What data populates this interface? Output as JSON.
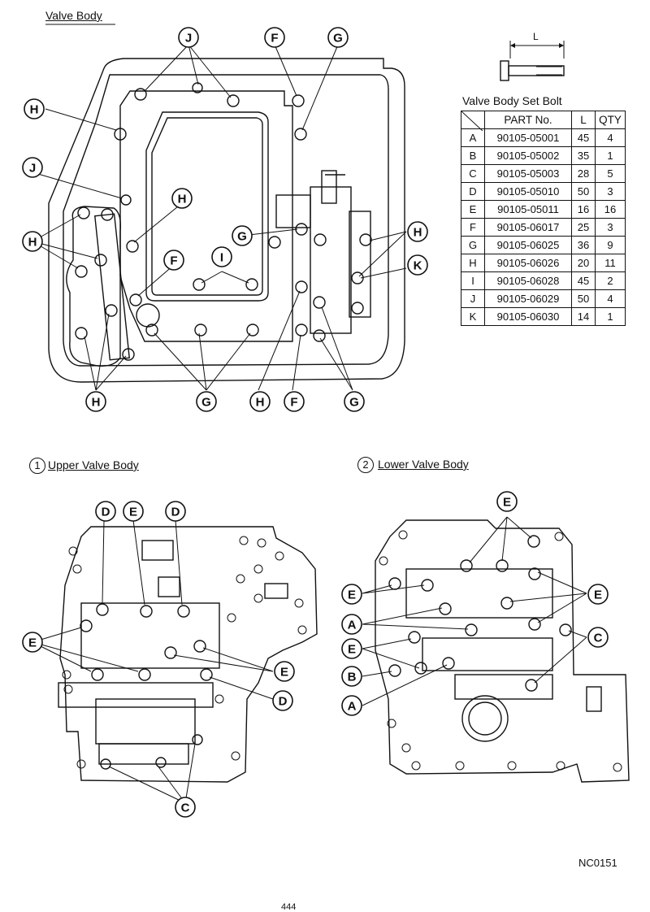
{
  "titles": {
    "valve_body": "Valve Body",
    "upper": "Upper Valve Body",
    "upper_num": "1",
    "lower": "Lower Valve Body",
    "lower_num": "2",
    "table_title": "Valve Body Set Bolt",
    "bolt_dim": "L"
  },
  "table": {
    "headers": [
      "",
      "PART No.",
      "L",
      "QTY"
    ],
    "rows": [
      {
        "code": "A",
        "part": "90105-05001",
        "l": "45",
        "qty": "4"
      },
      {
        "code": "B",
        "part": "90105-05002",
        "l": "35",
        "qty": "1"
      },
      {
        "code": "C",
        "part": "90105-05003",
        "l": "28",
        "qty": "5"
      },
      {
        "code": "D",
        "part": "90105-05010",
        "l": "50",
        "qty": "3"
      },
      {
        "code": "E",
        "part": "90105-05011",
        "l": "16",
        "qty": "16"
      },
      {
        "code": "F",
        "part": "90105-06017",
        "l": "25",
        "qty": "3"
      },
      {
        "code": "G",
        "part": "90105-06025",
        "l": "36",
        "qty": "9"
      },
      {
        "code": "H",
        "part": "90105-06026",
        "l": "20",
        "qty": "11"
      },
      {
        "code": "I",
        "part": "90105-06028",
        "l": "45",
        "qty": "2"
      },
      {
        "code": "J",
        "part": "90105-06029",
        "l": "50",
        "qty": "4"
      },
      {
        "code": "K",
        "part": "90105-06030",
        "l": "14",
        "qty": "1"
      }
    ]
  },
  "callouts": {
    "top": [
      "J",
      "F",
      "G",
      "H",
      "J",
      "H",
      "H",
      "F",
      "I",
      "G",
      "H",
      "K",
      "H",
      "G",
      "H",
      "F",
      "G"
    ],
    "upper": [
      "D",
      "E",
      "D",
      "E",
      "E",
      "D",
      "C"
    ],
    "lower": [
      "E",
      "E",
      "E",
      "A",
      "E",
      "B",
      "A",
      "C"
    ]
  },
  "footer": {
    "code": "NC0151",
    "page": "444"
  }
}
